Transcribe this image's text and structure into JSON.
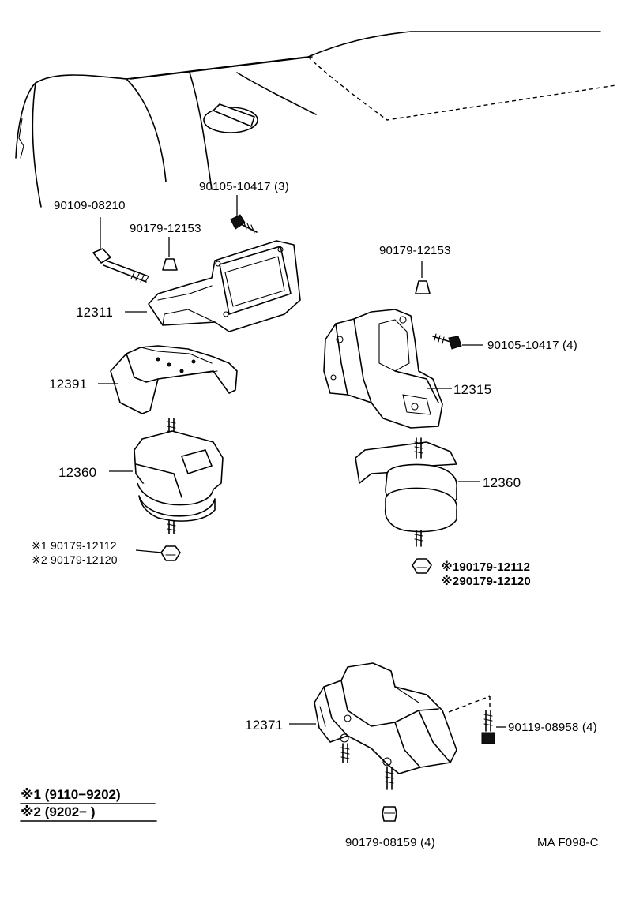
{
  "diagram": {
    "parts": {
      "p_90105_10417_3": "90105-10417 (3)",
      "p_90109_08210": "90109-08210",
      "p_90179_12153_left": "90179-12153",
      "p_90179_12153_right": "90179-12153",
      "p_12311": "12311",
      "p_12391": "12391",
      "p_12360_left": "12360",
      "p_12360_right": "12360",
      "p_12315": "12315",
      "p_90105_10417_4": "90105-10417 (4)",
      "p_note1_left": "※1 90179-12112",
      "p_note2_left": "※2 90179-12120",
      "p_note1_right": "※190179-12112",
      "p_note2_right": "※290179-12120",
      "p_12371": "12371",
      "p_90119_08958_4": "90119-08958 (4)",
      "p_90179_08159_4": "90179-08159 (4)"
    },
    "legend": {
      "note1": "※1 (9110−9202)",
      "note2": "※2 (9202−      )"
    },
    "figure_code": "MA F098-C"
  }
}
